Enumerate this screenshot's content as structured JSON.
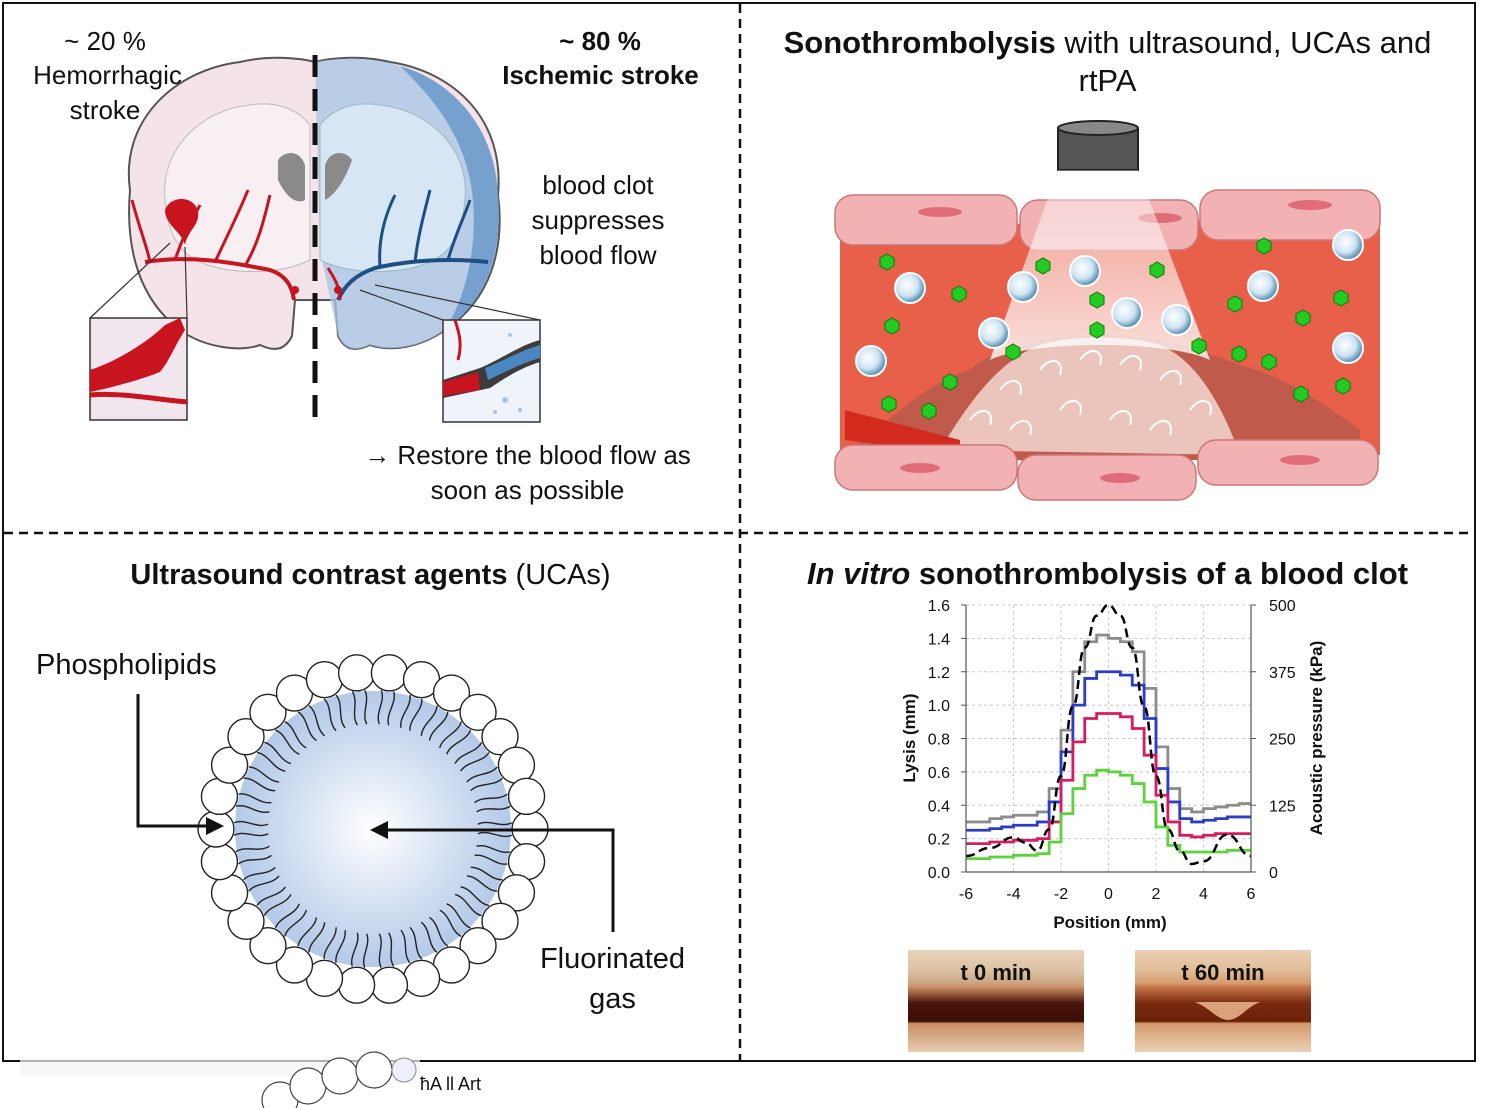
{
  "stroke": {
    "hemorrhagic_pct": "~ 20 %",
    "hemorrhagic_label_1": "Hemorrhagic",
    "hemorrhagic_label_2": "stroke",
    "ischemic_pct": "~ 80 %",
    "ischemic_label": "Ischemic stroke",
    "clot_note_1": "blood clot",
    "clot_note_2": "suppresses",
    "clot_note_3": "blood flow",
    "restore_1": "→ Restore the blood flow as",
    "restore_2": "soon as possible"
  },
  "sono": {
    "title_bold": "Sonothrombolysis",
    "title_rest": "with ultrasound, UCAs and",
    "title_line2": "rtPA"
  },
  "uca": {
    "title_bold": "Ultrasound contrast agents",
    "title_rest": "(UCAs)",
    "phospholipids": "Phospholipids",
    "gas_1": "Fluorinated",
    "gas_2": "gas"
  },
  "invitro": {
    "title_italic": "In vitro",
    "title_rest": "sonothrombolysis of a blood clot",
    "photo_t0": "t 0 min",
    "photo_t60": "t 60 min"
  },
  "footer": {
    "watermark": "ħA ll Art"
  },
  "colors": {
    "blood": "#c8141e",
    "vessel": "#e8604a",
    "ischemic_blue": "#4a86c0",
    "uca_fill": "#c5d5ec",
    "agent_green": "#22cc22",
    "series_gray": "#8c8c8c",
    "series_blue": "#2b3dc8",
    "series_magenta": "#d81b60",
    "series_green": "#5bd33b"
  },
  "chart_data": {
    "type": "line",
    "xlabel": "Position (mm)",
    "ylabel": "Lysis (mm)",
    "y2label": "Acoustic pressure (kPa)",
    "xlim": [
      -6,
      6
    ],
    "ylim": [
      0,
      1.6
    ],
    "y2lim": [
      0,
      500
    ],
    "xticks": [
      "-6",
      "-4",
      "-2",
      "0",
      "2",
      "4",
      "6"
    ],
    "yticks": [
      "0.0",
      "0.2",
      "0.4",
      "0.6",
      "0.8",
      "1.0",
      "1.2",
      "1.4",
      "1.6"
    ],
    "y2ticks": [
      "0",
      "125",
      "250",
      "375",
      "500"
    ],
    "grid": true,
    "legend": "none",
    "series": [
      {
        "color": "#8c8c8c",
        "axis": "left",
        "style": "step",
        "x": [
          -6,
          -5.5,
          -5,
          -4.5,
          -4,
          -3.5,
          -3,
          -2.5,
          -2,
          -1.5,
          -1,
          -0.5,
          0,
          0.5,
          1,
          1.5,
          2,
          2.5,
          3,
          3.5,
          4,
          4.5,
          5,
          5.5,
          6
        ],
        "y": [
          0.3,
          0.3,
          0.32,
          0.33,
          0.34,
          0.34,
          0.36,
          0.5,
          0.85,
          1.2,
          1.38,
          1.42,
          1.4,
          1.38,
          1.32,
          1.1,
          0.75,
          0.5,
          0.38,
          0.36,
          0.38,
          0.39,
          0.4,
          0.41,
          0.41
        ]
      },
      {
        "color": "#2b3dc8",
        "axis": "left",
        "style": "step",
        "x": [
          -6,
          -5.5,
          -5,
          -4.5,
          -4,
          -3.5,
          -3,
          -2.5,
          -2,
          -1.5,
          -1,
          -0.5,
          0,
          0.5,
          1,
          1.5,
          2,
          2.5,
          3,
          3.5,
          4,
          4.5,
          5,
          5.5,
          6
        ],
        "y": [
          0.25,
          0.25,
          0.26,
          0.27,
          0.28,
          0.28,
          0.3,
          0.42,
          0.72,
          1.0,
          1.16,
          1.2,
          1.2,
          1.18,
          1.12,
          0.92,
          0.62,
          0.42,
          0.32,
          0.3,
          0.31,
          0.32,
          0.33,
          0.33,
          0.33
        ]
      },
      {
        "color": "#d81b60",
        "axis": "left",
        "style": "step",
        "x": [
          -6,
          -5.5,
          -5,
          -4.5,
          -4,
          -3.5,
          -3,
          -2.5,
          -2,
          -1.5,
          -1,
          -0.5,
          0,
          0.5,
          1,
          1.5,
          2,
          2.5,
          3,
          3.5,
          4,
          4.5,
          5,
          5.5,
          6
        ],
        "y": [
          0.17,
          0.17,
          0.18,
          0.18,
          0.19,
          0.19,
          0.2,
          0.3,
          0.55,
          0.78,
          0.92,
          0.95,
          0.95,
          0.93,
          0.86,
          0.7,
          0.46,
          0.3,
          0.22,
          0.21,
          0.22,
          0.23,
          0.23,
          0.23,
          0.23
        ]
      },
      {
        "color": "#5bd33b",
        "axis": "left",
        "style": "step",
        "x": [
          -6,
          -5.5,
          -5,
          -4.5,
          -4,
          -3.5,
          -3,
          -2.5,
          -2,
          -1.5,
          -1,
          -0.5,
          0,
          0.5,
          1,
          1.5,
          2,
          2.5,
          3,
          3.5,
          4,
          4.5,
          5,
          5.5,
          6
        ],
        "y": [
          0.08,
          0.08,
          0.09,
          0.09,
          0.1,
          0.1,
          0.11,
          0.18,
          0.35,
          0.5,
          0.58,
          0.61,
          0.6,
          0.58,
          0.53,
          0.42,
          0.27,
          0.16,
          0.12,
          0.12,
          0.12,
          0.12,
          0.13,
          0.13,
          0.13
        ]
      },
      {
        "color": "#000000",
        "axis": "right",
        "style": "dashed",
        "x": [
          -6,
          -5,
          -4,
          -3.5,
          -3,
          -2.5,
          -2,
          -1.5,
          -1,
          -0.5,
          0,
          0.5,
          1,
          1.5,
          2,
          2.5,
          3,
          3.5,
          4,
          5,
          6
        ],
        "y": [
          30,
          45,
          65,
          55,
          40,
          80,
          180,
          310,
          420,
          480,
          500,
          480,
          420,
          310,
          180,
          80,
          40,
          15,
          20,
          70,
          30
        ]
      }
    ]
  }
}
